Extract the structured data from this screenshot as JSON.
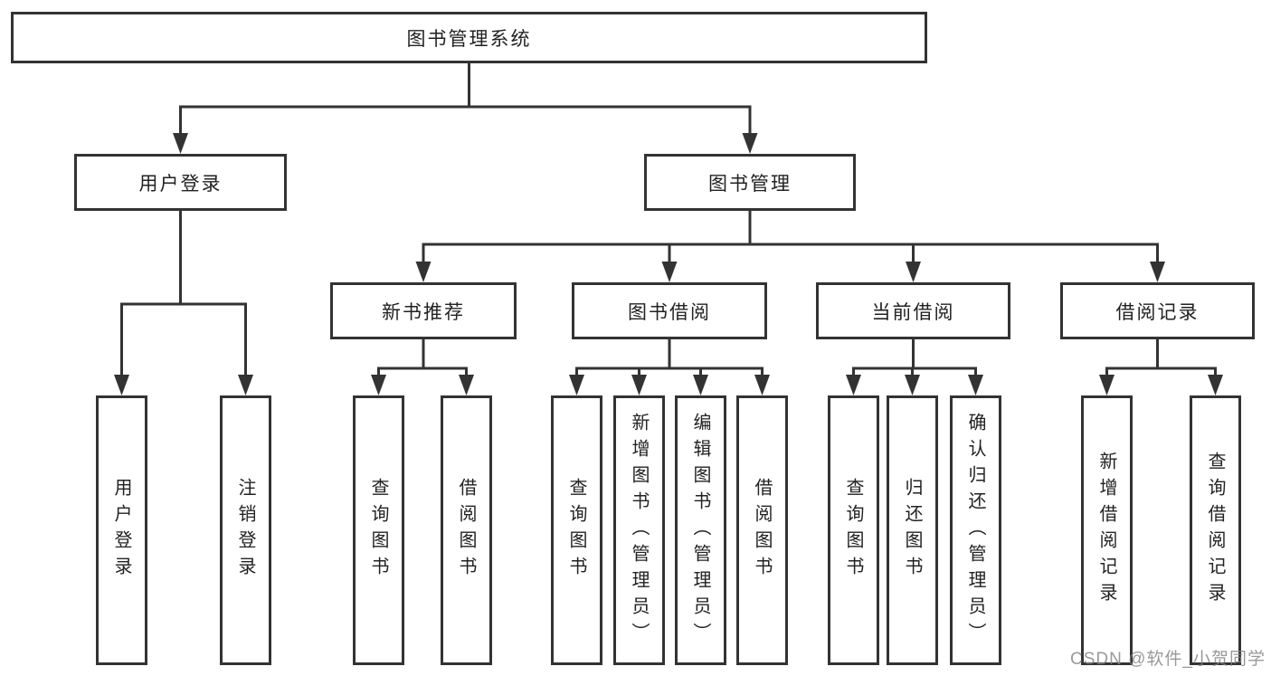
{
  "diagram": {
    "title": "图书管理系统",
    "colors": {
      "line": "#333333",
      "border": "#333333",
      "text": "#222222",
      "background": "#ffffff",
      "watermark": "#828282"
    },
    "nodes": {
      "root": {
        "label": "图书管理系统",
        "level": 1
      },
      "user_login": {
        "label": "用户登录",
        "level": 2
      },
      "book_mgmt": {
        "label": "图书管理",
        "level": 2
      },
      "login": {
        "label": "用户登录",
        "level": 4
      },
      "logout": {
        "label": "注销登录",
        "level": 4
      },
      "new_book_rec": {
        "label": "新书推荐",
        "level": 3
      },
      "book_borrow": {
        "label": "图书借阅",
        "level": 3
      },
      "current_borrow": {
        "label": "当前借阅",
        "level": 3
      },
      "borrow_record": {
        "label": "借阅记录",
        "level": 3
      },
      "rec_query": {
        "label": "查询图书",
        "level": 4
      },
      "rec_borrow": {
        "label": "借阅图书",
        "level": 4
      },
      "bb_query": {
        "label": "查询图书",
        "level": 4
      },
      "bb_add": {
        "label": "新增图书（管理员）",
        "level": 4
      },
      "bb_edit": {
        "label": "编辑图书（管理员）",
        "level": 4
      },
      "bb_borrow": {
        "label": "借阅图书",
        "level": 4
      },
      "cb_query": {
        "label": "查询图书",
        "level": 4
      },
      "cb_return": {
        "label": "归还图书",
        "level": 4
      },
      "cb_confirm": {
        "label": "确认归还（管理员）",
        "level": 4
      },
      "br_add": {
        "label": "新增借阅记录",
        "level": 4
      },
      "br_query": {
        "label": "查询借阅记录",
        "level": 4
      }
    },
    "edges": [
      {
        "from": "root",
        "to": [
          "user_login",
          "book_mgmt"
        ]
      },
      {
        "from": "user_login",
        "to": [
          "login",
          "logout"
        ]
      },
      {
        "from": "book_mgmt",
        "to": [
          "new_book_rec",
          "book_borrow",
          "current_borrow",
          "borrow_record"
        ]
      },
      {
        "from": "new_book_rec",
        "to": [
          "rec_query",
          "rec_borrow"
        ]
      },
      {
        "from": "book_borrow",
        "to": [
          "bb_query",
          "bb_add",
          "bb_edit",
          "bb_borrow"
        ]
      },
      {
        "from": "current_borrow",
        "to": [
          "cb_query",
          "cb_return",
          "cb_confirm"
        ]
      },
      {
        "from": "borrow_record",
        "to": [
          "br_add",
          "br_query"
        ]
      }
    ]
  },
  "watermark": {
    "text": "CSDN @软件_小贺同学"
  }
}
